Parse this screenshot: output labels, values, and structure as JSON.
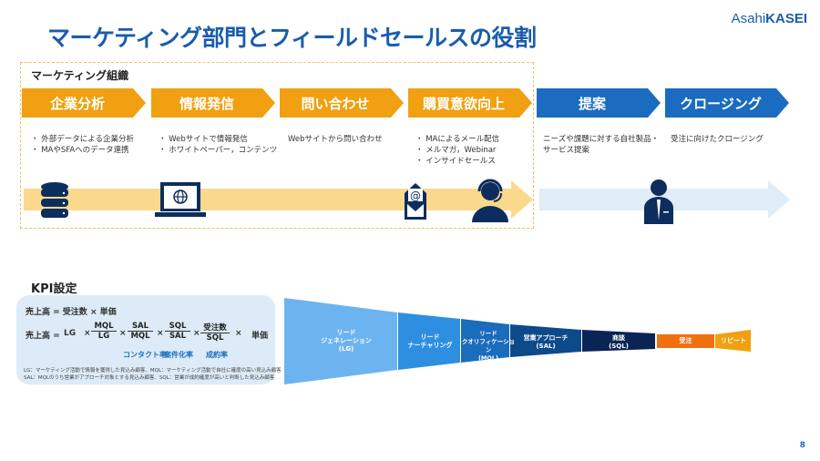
{
  "title": "マーケティング部門とフィールドセールスの役割",
  "logo": {
    "part1": "Asahi",
    "part2": "KASEI"
  },
  "marketing_org_label": "マーケティング組織",
  "steps": [
    {
      "label": "企業分析",
      "color": "#f0a010",
      "desc": [
        "・ 外部データによる企業分析",
        "・ MAやSFAへのデータ連携"
      ]
    },
    {
      "label": "情報発信",
      "color": "#f0a010",
      "desc": [
        "・ Webサイトで情報発信",
        "・ ホワイトペーパー，コンテンツ"
      ]
    },
    {
      "label": "問い合わせ",
      "color": "#f0a010",
      "desc": [
        "Webサイトから問い合わせ"
      ]
    },
    {
      "label": "購買意欲向上",
      "color": "#f0a010",
      "desc": [
        "・ MAによるメール配信",
        "・ メルマガ，Webinar",
        "・ インサイドセールス"
      ]
    },
    {
      "label": "提案",
      "color": "#1b6cc0",
      "desc": [
        "ニーズや課題に対する自社製品・",
        "サービス提案"
      ]
    },
    {
      "label": "クロージング",
      "color": "#1b6cc0",
      "desc": [
        "受注に向けたクロージング"
      ]
    }
  ],
  "kpi": {
    "title": "KPI設定",
    "formula1": "売上高 = 受注数 × 単価",
    "lhs": "売上高 =",
    "lg": "LG",
    "times": "×",
    "fractions": [
      [
        "MQL",
        "LG"
      ],
      [
        "SAL",
        "MQL"
      ],
      [
        "SQL",
        "SAL"
      ],
      [
        "受注数",
        "SQL"
      ]
    ],
    "unit_price": "単価",
    "rates": [
      "コンタクト率",
      "案件化率",
      "成約率"
    ],
    "notes": [
      "LG：マーケティング活動で情報を獲得した見込み顧客、MQL：マーケティング活動で自社に確度の高い見込み顧客",
      "SAL：MQLのうち営業がアプローチ対象とする見込み顧客、SQL：営業が成約確度が高いと判断した見込み顧客"
    ]
  },
  "funnel": [
    {
      "label": "リード\nジェネレーション\n(LG)",
      "color": "#6cb4f0"
    },
    {
      "label": "リード\nナーチャリング",
      "color": "#2e8fe0"
    },
    {
      "label": "リード\nクオリフィケーション\n(MQL)",
      "color": "#1a6cbc"
    },
    {
      "label": "営業アプローチ\n(SAL)",
      "color": "#0d4a8a"
    },
    {
      "label": "商談\n(SQL)",
      "color": "#0a2456"
    },
    {
      "label": "受注",
      "color": "#f07010"
    },
    {
      "label": "リピート",
      "color": "#f0a010"
    }
  ],
  "page_number": "8"
}
